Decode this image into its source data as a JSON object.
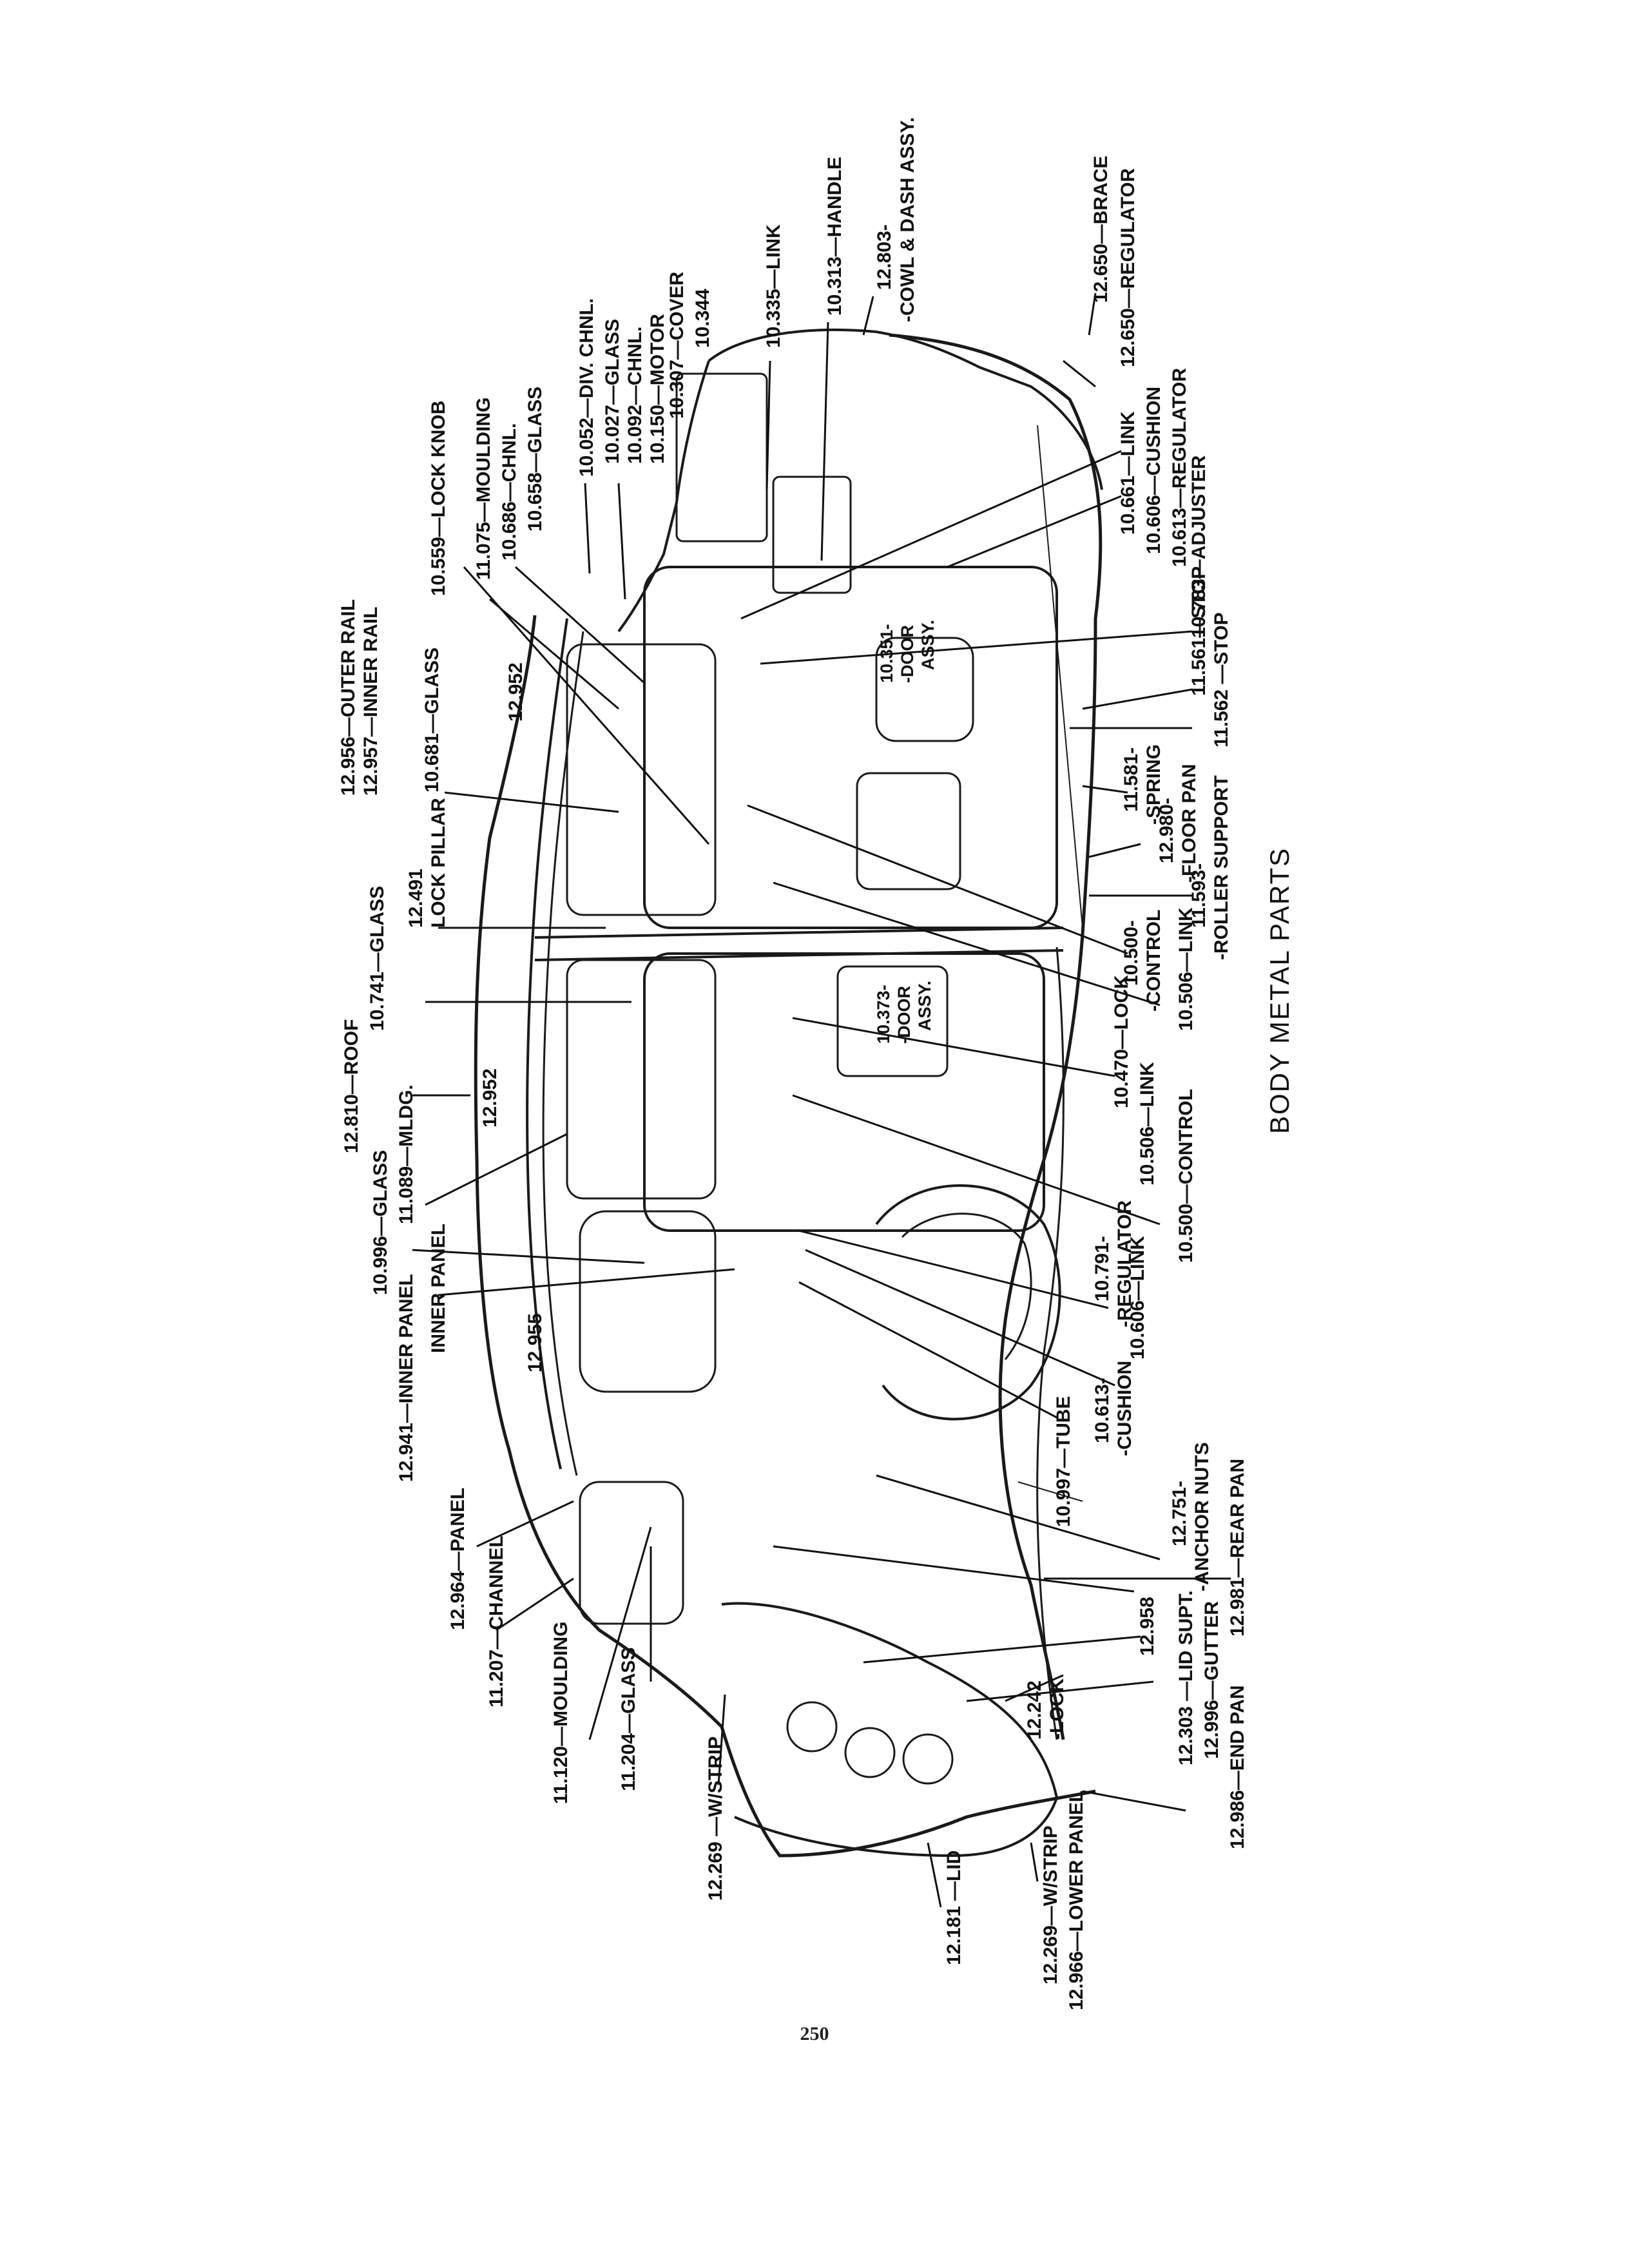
{
  "diagram": {
    "title": "BODY METAL PARTS",
    "page_number": "250",
    "labels": [
      {
        "id": "l01",
        "text": "12.650—BRACE"
      },
      {
        "id": "l02",
        "text": "12.803-"
      },
      {
        "id": "l03",
        "text": "-COWL & DASH ASSY."
      },
      {
        "id": "l04",
        "text": "10.313—HANDLE"
      },
      {
        "id": "l05",
        "text": "10.335—LINK"
      },
      {
        "id": "l06",
        "text": "10.344"
      },
      {
        "id": "l07",
        "text": "10.307—COVER"
      },
      {
        "id": "l08",
        "text": "10.150—MOTOR"
      },
      {
        "id": "l09",
        "text": "10.092—CHNL."
      },
      {
        "id": "l10",
        "text": "10.027—GLASS"
      },
      {
        "id": "l11",
        "text": "10.052—DIV. CHNL."
      },
      {
        "id": "l12",
        "text": "10.658—GLASS"
      },
      {
        "id": "l13",
        "text": "10.686—CHNL."
      },
      {
        "id": "l14",
        "text": "11.075—MOULDING"
      },
      {
        "id": "l15",
        "text": "10.559—LOCK KNOB"
      },
      {
        "id": "l16",
        "text": "12.956—OUTER RAIL"
      },
      {
        "id": "l17",
        "text": "12.957—INNER RAIL"
      },
      {
        "id": "l18",
        "text": "12.952"
      },
      {
        "id": "l19",
        "text": "10.681—GLASS"
      },
      {
        "id": "l20",
        "text": "12.491"
      },
      {
        "id": "l21",
        "text": "LOCK PILLAR"
      },
      {
        "id": "l22",
        "text": "10.741—GLASS"
      },
      {
        "id": "l23",
        "text": "12.952"
      },
      {
        "id": "l24",
        "text": "12.810—ROOF"
      },
      {
        "id": "l25",
        "text": "11.089—MLDG."
      },
      {
        "id": "l26",
        "text": "10.996—GLASS"
      },
      {
        "id": "l27",
        "text": "INNER PANEL"
      },
      {
        "id": "l28",
        "text": "12.941—INNER PANEL"
      },
      {
        "id": "l29",
        "text": "12.955"
      },
      {
        "id": "l30",
        "text": "12.964—PANEL"
      },
      {
        "id": "l31",
        "text": "11.207—CHANNEL"
      },
      {
        "id": "l32",
        "text": "11.120—MOULDING"
      },
      {
        "id": "l33",
        "text": "11.204—GLASS"
      },
      {
        "id": "l34",
        "text": "12.269 —W/STRIP"
      },
      {
        "id": "l35",
        "text": "12.181 —LID"
      },
      {
        "id": "l36",
        "text": "12.269—W/STRIP"
      },
      {
        "id": "l37",
        "text": "12.966—LOWER PANEL"
      },
      {
        "id": "l38",
        "text": "12.986—END PAN"
      },
      {
        "id": "l39",
        "text": "12.996—GUTTER"
      },
      {
        "id": "l40",
        "text": "12.303 —LID SUPT."
      },
      {
        "id": "l41",
        "text": "12.242"
      },
      {
        "id": "l42",
        "text": "-LOCK"
      },
      {
        "id": "l43",
        "text": "12.958"
      },
      {
        "id": "l44",
        "text": "12.981—REAR PAN"
      },
      {
        "id": "l45",
        "text": "12.751-"
      },
      {
        "id": "l46",
        "text": "-ANCHOR NUTS"
      },
      {
        "id": "l47",
        "text": "10.997—TUBE"
      },
      {
        "id": "l48",
        "text": "10.613-"
      },
      {
        "id": "l49",
        "text": "-CUSHION"
      },
      {
        "id": "l50",
        "text": "10.606—LINK"
      },
      {
        "id": "l51",
        "text": "10.791-"
      },
      {
        "id": "l52",
        "text": "-REGULATOR"
      },
      {
        "id": "l53",
        "text": "10.500—CONTROL"
      },
      {
        "id": "l54",
        "text": "10.506—LINK"
      },
      {
        "id": "l55",
        "text": "10.470—LOCK"
      },
      {
        "id": "l56",
        "text": "10.373-"
      },
      {
        "id": "l57",
        "text": "-DOOR"
      },
      {
        "id": "l58",
        "text": "ASSY."
      },
      {
        "id": "l59",
        "text": "10.506—LINK"
      },
      {
        "id": "l60",
        "text": "10.500-"
      },
      {
        "id": "l61",
        "text": "-CONTROL"
      },
      {
        "id": "l62",
        "text": "11.593-"
      },
      {
        "id": "l63",
        "text": "-ROLLER SUPPORT"
      },
      {
        "id": "l64",
        "text": "12.980-"
      },
      {
        "id": "l65",
        "text": "-FLOOR PAN"
      },
      {
        "id": "l66",
        "text": "11.581-"
      },
      {
        "id": "l67",
        "text": "-SPRING"
      },
      {
        "id": "l68",
        "text": "11.562 —STOP"
      },
      {
        "id": "l69",
        "text": "11.561—STOP"
      },
      {
        "id": "l70",
        "text": "10.783—ADJUSTER"
      },
      {
        "id": "l71",
        "text": "10.613—REGULATOR"
      },
      {
        "id": "l72",
        "text": "10.606—CUSHION"
      },
      {
        "id": "l73",
        "text": "10.661—LINK"
      },
      {
        "id": "l74",
        "text": "12.650—REGULATOR"
      },
      {
        "id": "l75",
        "text": "10.351-"
      },
      {
        "id": "l76",
        "text": "-DOOR"
      },
      {
        "id": "l77",
        "text": "ASSY."
      }
    ]
  }
}
